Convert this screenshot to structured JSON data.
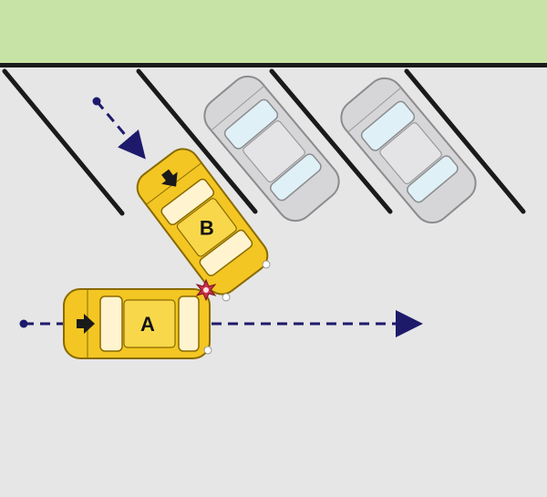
{
  "scene": {
    "ground_color": "#e6e6e7",
    "grass_color": "#c8e3a6",
    "line_color": "#1a1a1a",
    "path_color": "#1e1a6b",
    "impact_color": "#c8324a"
  },
  "cars": {
    "a": {
      "label": "A",
      "color": "#f3c623",
      "heading": "east"
    },
    "b": {
      "label": "B",
      "color": "#f3c623",
      "heading": "reversing-out"
    },
    "parked": [
      {
        "color": "#d6d6d8"
      },
      {
        "color": "#d6d6d8"
      }
    ]
  },
  "icons": {
    "arrow_a": "arrow-right-icon",
    "arrow_b": "arrow-down-icon",
    "impact": "impact-star-icon"
  }
}
